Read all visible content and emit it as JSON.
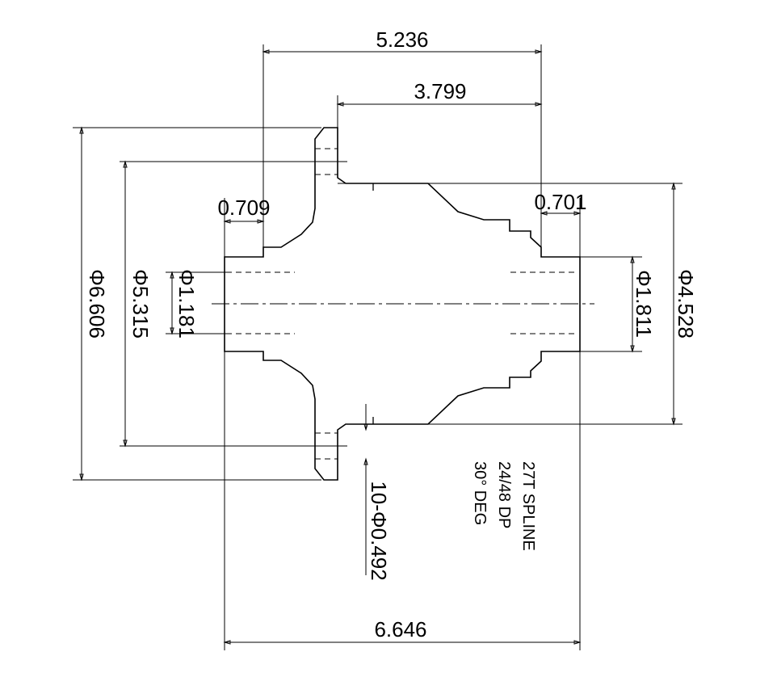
{
  "dimensions": {
    "overall_length": "6.646",
    "flange_to_end_length": "5.236",
    "hub_length": "3.799",
    "left_step": "0.709",
    "right_step": "0.701",
    "flange_outer_dia": "Φ6.606",
    "bolt_circle_dia": "Φ5.315",
    "bore_left_dia": "Φ1.181",
    "bore_right_dia": "Φ1.811",
    "hub_dia": "Φ4.528",
    "bolt_holes": "10-Φ0.492"
  },
  "notes": {
    "spline": "27T SPLINE",
    "pitch": "24/48 DP",
    "angle": "30° DEG"
  }
}
